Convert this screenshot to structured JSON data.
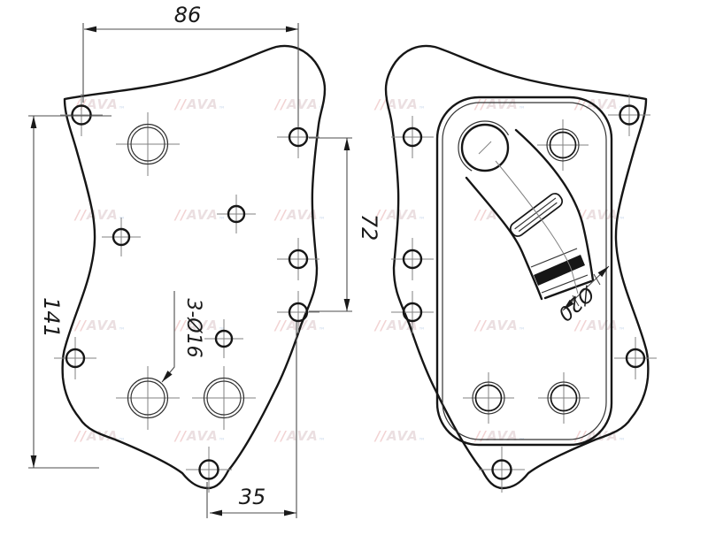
{
  "dimensions": {
    "top_width": "86",
    "left_height": "141",
    "right_pitch": "72",
    "bottom_offset": "35",
    "bolt_holes": "3-Ø16",
    "pipe_outlet": "Ø20"
  },
  "watermark": {
    "slashes": "//",
    "brand": "AVA",
    "mark": "™"
  },
  "colors": {
    "line": "#161616",
    "dimension": "#4d4d4d",
    "centerline": "#828282",
    "ink": "#1a1a1a",
    "background": "#ffffff",
    "watermark_pink": "#f0cccc",
    "watermark_gray": "#e8dadc",
    "watermark_blue": "#cfdcee"
  }
}
